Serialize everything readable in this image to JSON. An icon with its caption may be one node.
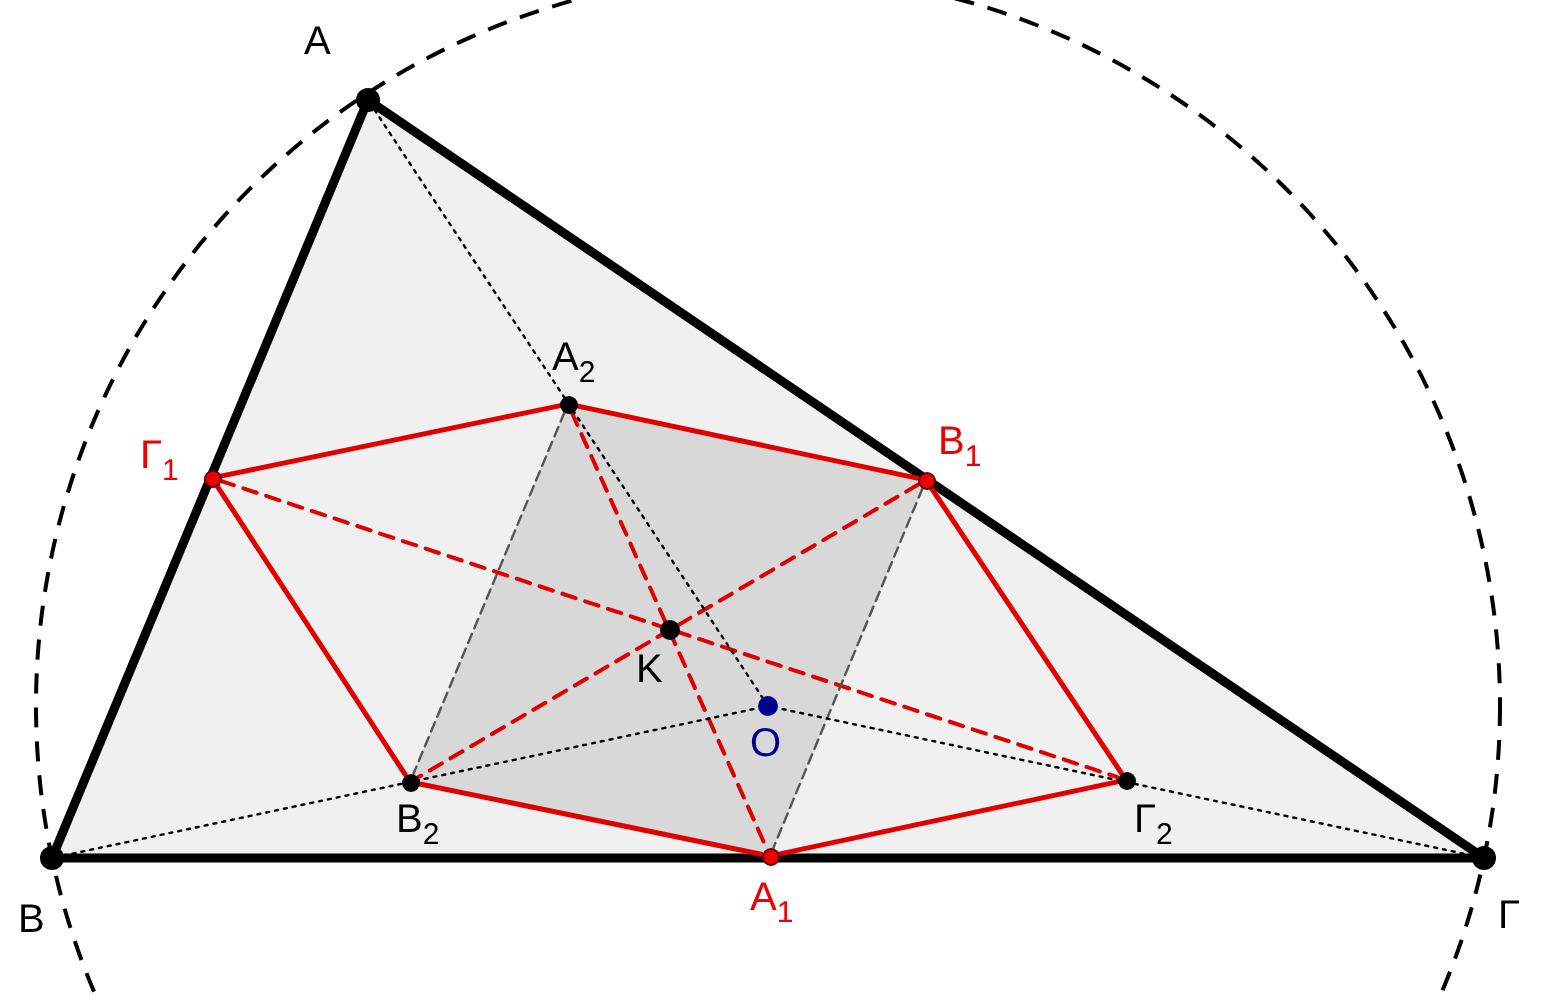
{
  "diagram": {
    "nodes": [
      {
        "text": [
          "A"
        ]
      },
      {
        "text": [
          "A$_{2}$"
        ]
      },
      {
        "text": [
          "Γ$_{1}$"
        ]
      },
      {
        "text": [
          "B$_{1}$"
        ]
      },
      {
        "text": [
          "K"
        ]
      },
      {
        "text": [
          "O"
        ]
      },
      {
        "text": [
          "B"
        ]
      },
      {
        "text": [
          "B$_{2}$"
        ]
      },
      {
        "text": [
          "Γ$_{2}$"
        ]
      },
      {
        "text": [
          "A$_{1}$"
        ]
      },
      {
        "text": [
          "Γ"
        ]
      }
    ],
    "edges": [
      {
        "from": 0,
        "to": 6,
        "arrow": "none",
        "style": "thick",
        "color": "#000000"
      },
      {
        "from": 6,
        "to": 10,
        "arrow": "none",
        "style": "thick",
        "color": "#000000"
      },
      {
        "from": 10,
        "to": 0,
        "arrow": "none",
        "style": "thick",
        "color": "#000000"
      },
      {
        "from": 2,
        "to": 1,
        "arrow": "none"
      },
      {
        "from": 1,
        "to": 3,
        "arrow": "none"
      },
      {
        "from": 3,
        "to": 8,
        "arrow": "none"
      },
      {
        "from": 8,
        "to": 9,
        "arrow": "none"
      },
      {
        "from": 9,
        "to": 7,
        "arrow": "none"
      },
      {
        "from": 7,
        "to": 2,
        "arrow": "none"
      },
      {
        "from": 2,
        "to": 8,
        "arrow": "none",
        "style": "dashed"
      },
      {
        "from": 3,
        "to": 7,
        "arrow": "none",
        "style": "dashed"
      },
      {
        "from": 1,
        "to": 9,
        "arrow": "none",
        "style": "dashed"
      },
      {
        "from": 1,
        "to": 7,
        "arrow": "none",
        "style": "dashed",
        "color": "#555555"
      },
      {
        "from": 3,
        "to": 9,
        "arrow": "none",
        "style": "dashed",
        "color": "#555555"
      },
      {
        "from": 0,
        "to": 5,
        "arrow": "none",
        "style": "dashed",
        "color": "#000000"
      },
      {
        "from": 6,
        "to": 5,
        "arrow": "none",
        "style": "dashed",
        "color": "#000000"
      },
      {
        "from": 10,
        "to": 5,
        "arrow": "none",
        "style": "dashed",
        "color": "#000000"
      }
    ]
  }
}
